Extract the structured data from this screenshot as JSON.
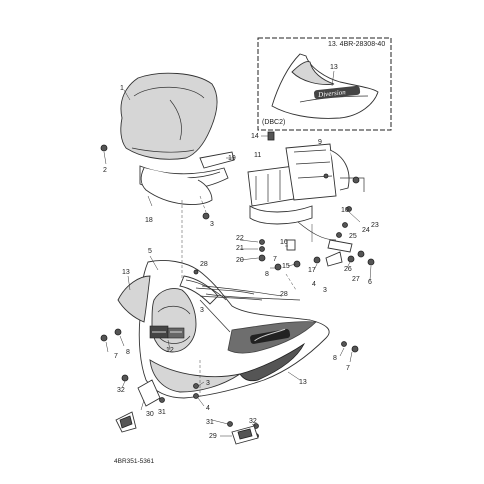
{
  "inset": {
    "code": "13. 4BR-28308-40",
    "callout": "13",
    "variant": "(DBC2)",
    "decal": "Diversion"
  },
  "footer": {
    "code": "4BR351-5361"
  },
  "callouts": [
    {
      "id": "c1",
      "text": "1"
    },
    {
      "id": "c2",
      "text": "2"
    },
    {
      "id": "c19",
      "text": "19"
    },
    {
      "id": "c18",
      "text": "18"
    },
    {
      "id": "c3a",
      "text": "3"
    },
    {
      "id": "c14",
      "text": "14"
    },
    {
      "id": "c9",
      "text": "9"
    },
    {
      "id": "c11",
      "text": "11"
    },
    {
      "id": "c10",
      "text": "10"
    },
    {
      "id": "c23",
      "text": "23"
    },
    {
      "id": "c24",
      "text": "24"
    },
    {
      "id": "c25",
      "text": "25"
    },
    {
      "id": "c22",
      "text": "22"
    },
    {
      "id": "c21",
      "text": "21"
    },
    {
      "id": "c20",
      "text": "20"
    },
    {
      "id": "c16",
      "text": "16"
    },
    {
      "id": "c15",
      "text": "15"
    },
    {
      "id": "c17",
      "text": "17"
    },
    {
      "id": "c26",
      "text": "26"
    },
    {
      "id": "c27",
      "text": "27"
    },
    {
      "id": "c6",
      "text": "6"
    },
    {
      "id": "c5",
      "text": "5"
    },
    {
      "id": "c13a",
      "text": "13"
    },
    {
      "id": "c28a",
      "text": "28"
    },
    {
      "id": "c7a",
      "text": "7"
    },
    {
      "id": "c8a",
      "text": "8"
    },
    {
      "id": "c4a",
      "text": "4"
    },
    {
      "id": "c3b",
      "text": "3"
    },
    {
      "id": "c28b",
      "text": "28"
    },
    {
      "id": "c3c",
      "text": "3"
    },
    {
      "id": "c7b",
      "text": "7"
    },
    {
      "id": "c8b",
      "text": "8"
    },
    {
      "id": "c12",
      "text": "12"
    },
    {
      "id": "c13b",
      "text": "13"
    },
    {
      "id": "c8c",
      "text": "8"
    },
    {
      "id": "c7c",
      "text": "7"
    },
    {
      "id": "c32a",
      "text": "32"
    },
    {
      "id": "c3d",
      "text": "3"
    },
    {
      "id": "c4b",
      "text": "4"
    },
    {
      "id": "c30",
      "text": "30"
    },
    {
      "id": "c31a",
      "text": "31"
    },
    {
      "id": "c31b",
      "text": "31"
    },
    {
      "id": "c32b",
      "text": "32"
    },
    {
      "id": "c29",
      "text": "29"
    }
  ]
}
